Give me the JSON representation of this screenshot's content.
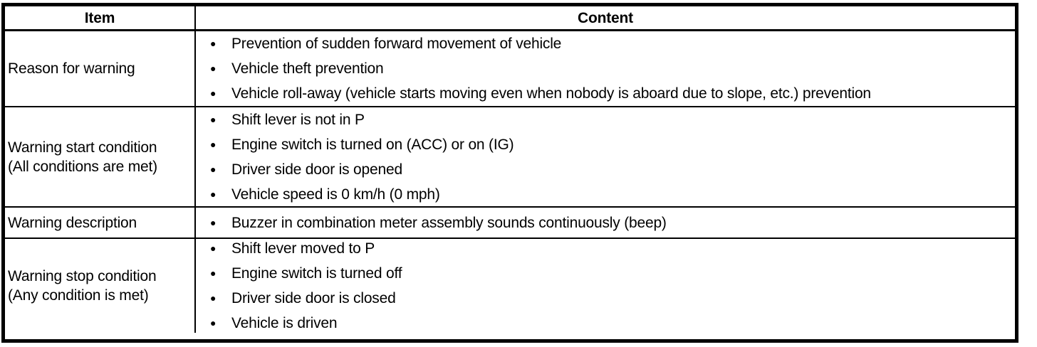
{
  "table": {
    "bullet_glyph": "●",
    "colors": {
      "border": "#000000",
      "text": "#000000",
      "background": "#ffffff"
    },
    "headers": {
      "item": "Item",
      "content": "Content"
    },
    "rows": [
      {
        "item_lines": [
          "Reason for warning"
        ],
        "bullets": [
          "Prevention of sudden forward movement of vehicle",
          "Vehicle theft prevention",
          "Vehicle roll-away (vehicle starts moving even when nobody is aboard due to slope, etc.) prevention"
        ]
      },
      {
        "item_lines": [
          "Warning start condition",
          "(All conditions are met)"
        ],
        "bullets": [
          "Shift lever is not in P",
          "Engine switch is turned on (ACC) or on (IG)",
          "Driver side door is opened",
          "Vehicle speed is 0 km/h (0 mph)"
        ]
      },
      {
        "item_lines": [
          "Warning description"
        ],
        "bullets": [
          "Buzzer in combination meter assembly sounds continuously (beep)"
        ]
      },
      {
        "item_lines": [
          "Warning stop condition",
          "(Any condition is met)"
        ],
        "bullets": [
          "Shift lever moved to P",
          "Engine switch is turned off",
          "Driver side door is closed",
          "Vehicle is driven"
        ]
      }
    ]
  }
}
